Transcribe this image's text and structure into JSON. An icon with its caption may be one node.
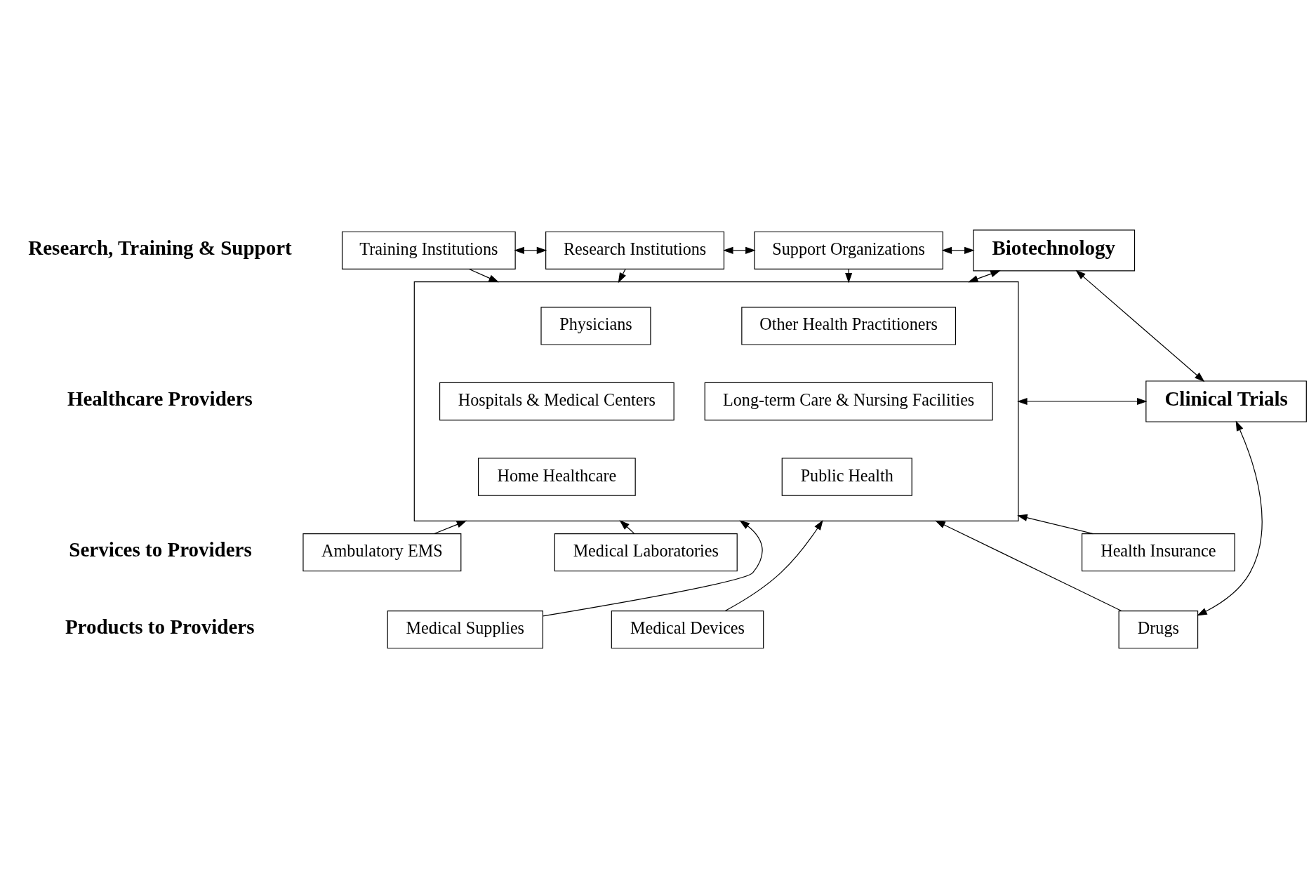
{
  "diagram": {
    "nodes": [
      {
        "text": [
          "Training Institutions"
        ]
      },
      {
        "text": [
          "Research Institutions"
        ]
      },
      {
        "text": [
          "Support Organizations"
        ]
      },
      {
        "text": [
          "Biotechnology"
        ]
      },
      {
        "text": [
          "Clinical Trials"
        ]
      },
      {
        "text": [],
        "shape": "box"
      },
      {
        "text": [
          "Physicians"
        ],
        "in": 5
      },
      {
        "text": [
          "Other Health Practitioners"
        ],
        "in": 5
      },
      {
        "text": [
          "Hospitals & Medical Centers"
        ],
        "in": 5
      },
      {
        "text": [
          "Long-term Care & Nursing Facilities"
        ],
        "in": 5
      },
      {
        "text": [
          "Home Healthcare"
        ],
        "in": 5
      },
      {
        "text": [
          "Public Health"
        ],
        "in": 5
      },
      {
        "text": [
          "Ambulatory EMS"
        ]
      },
      {
        "text": [
          "Medical Laboratories"
        ]
      },
      {
        "text": [
          "Health Insurance"
        ]
      },
      {
        "text": [
          "Medical Supplies"
        ]
      },
      {
        "text": [
          "Medical Devices"
        ]
      },
      {
        "text": [
          "Drugs"
        ]
      }
    ],
    "edges": [
      {
        "from": 0,
        "to": 1,
        "arrow": "both"
      },
      {
        "from": 1,
        "to": 2,
        "arrow": "both"
      },
      {
        "from": 2,
        "to": 3,
        "arrow": "both"
      },
      {
        "from": 0,
        "to": 5,
        "arrow": "to"
      },
      {
        "from": 1,
        "to": 5,
        "arrow": "to"
      },
      {
        "from": 2,
        "to": 5,
        "arrow": "to"
      },
      {
        "from": 3,
        "to": 5,
        "arrow": "both"
      },
      {
        "from": 3,
        "to": 4,
        "arrow": "both"
      },
      {
        "from": 4,
        "to": 5,
        "arrow": "both"
      },
      {
        "from": 12,
        "to": 5,
        "arrow": "to"
      },
      {
        "from": 15,
        "to": 5,
        "arrow": "to"
      },
      {
        "from": 13,
        "to": 5,
        "arrow": "to"
      },
      {
        "from": 16,
        "to": 5,
        "arrow": "to"
      },
      {
        "from": 14,
        "to": 5,
        "arrow": "to"
      },
      {
        "from": 17,
        "to": 5,
        "arrow": "to"
      },
      {
        "from": 4,
        "to": 17,
        "arrow": "both"
      }
    ],
    "labels": [
      "Research, Training & Support",
      "Healthcare Providers",
      "Services to Providers",
      "Products to Providers"
    ]
  }
}
